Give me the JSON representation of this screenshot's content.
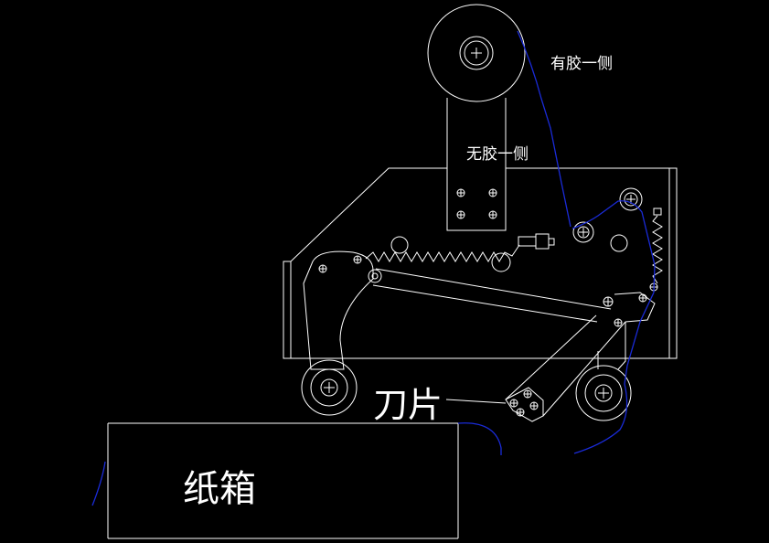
{
  "labels": {
    "adhesive_side": "有胶一侧",
    "non_adhesive_side": "无胶一侧",
    "blade": "刀片",
    "carton": "纸箱"
  },
  "colors": {
    "background": "#000000",
    "line": "#ffffff",
    "tape": "#1a2bd8"
  }
}
